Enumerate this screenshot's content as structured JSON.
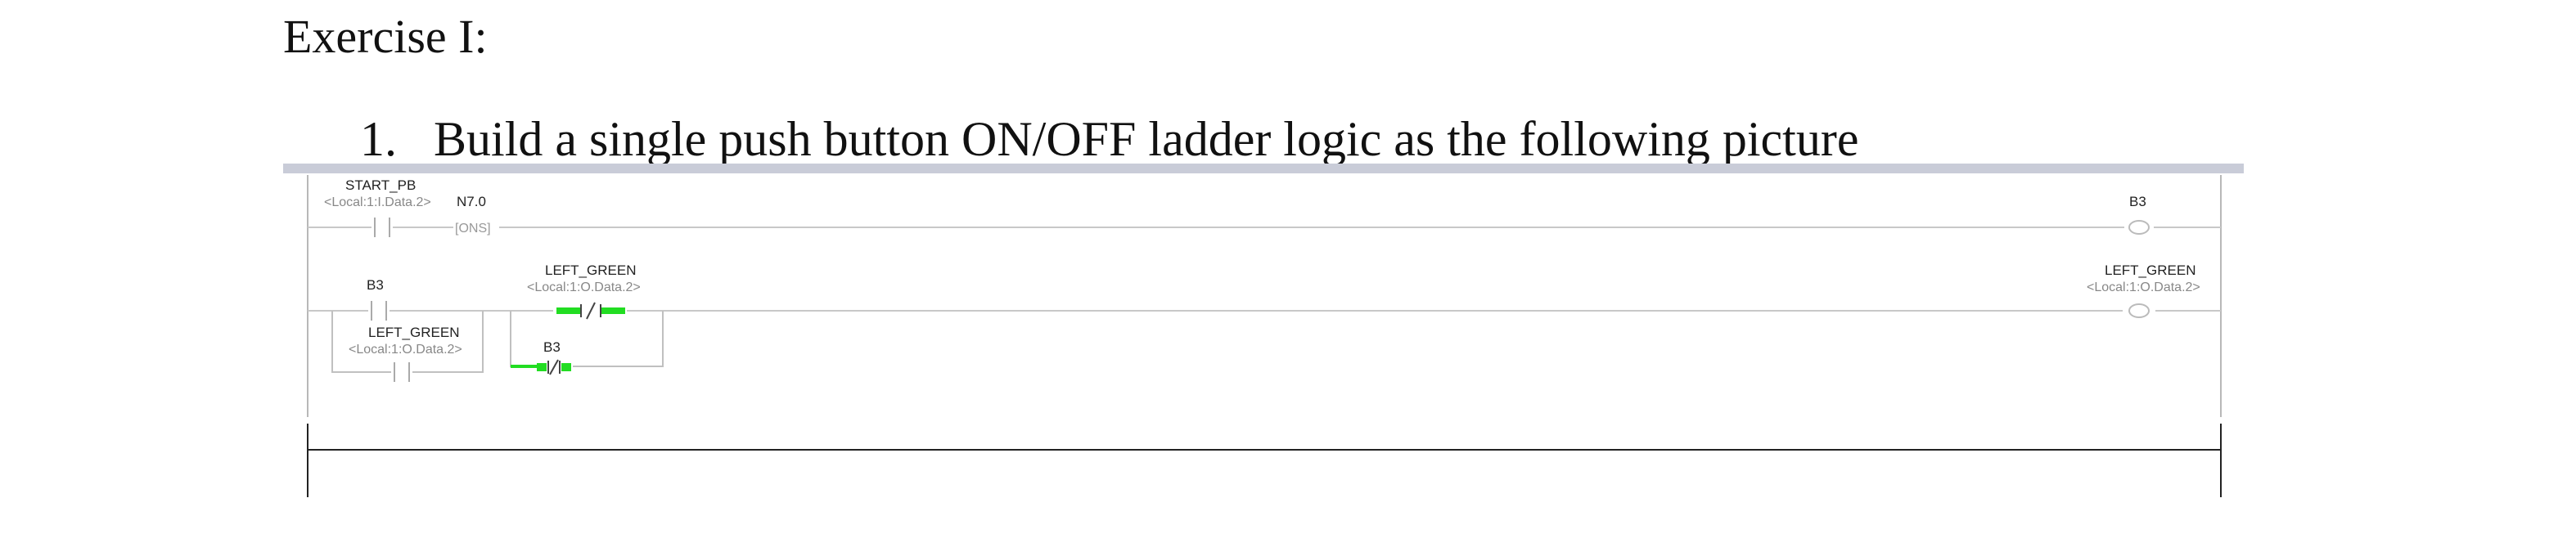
{
  "doc": {
    "heading": "Exercise I:",
    "item_number": "1.",
    "item_text": "Build a single push button ON/OFF ladder logic as the following picture"
  },
  "ladder": {
    "rung0": {
      "contact_tag": "START_PB",
      "contact_addr": "<Local:1:I.Data.2>",
      "ons_tag": "N7.0",
      "ons_label": "[ONS]",
      "coil_tag": "B3"
    },
    "rung1": {
      "contact_b3_tag": "B3",
      "xio_tag": "LEFT_GREEN",
      "xio_addr": "<Local:1:O.Data.2>",
      "seal_tag": "LEFT_GREEN",
      "seal_addr": "<Local:1:O.Data.2>",
      "branch_b3_tag": "B3",
      "coil_tag": "LEFT_GREEN",
      "coil_addr": "<Local:1:O.Data.2>"
    },
    "colors": {
      "active": "#22dd22",
      "wire": "#b8b8b8",
      "rail": "#222222",
      "divider": "#c9ccd8"
    }
  }
}
